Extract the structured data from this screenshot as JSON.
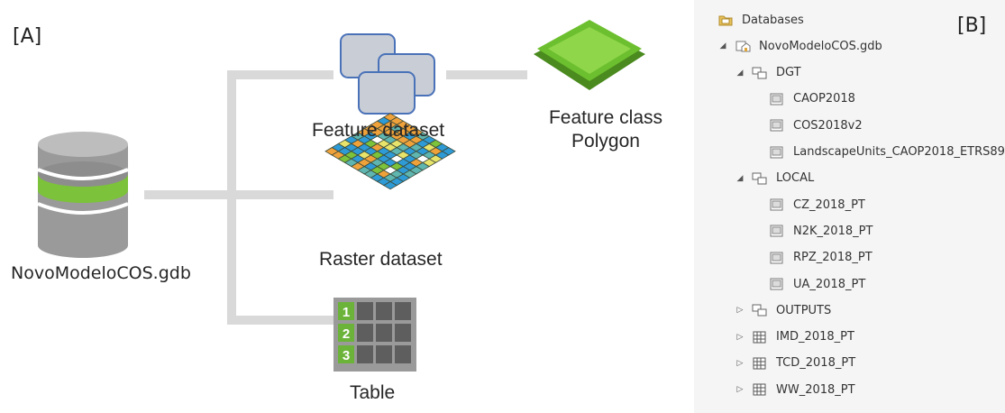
{
  "panel_a": {
    "label": "[A]",
    "gdb_label": "NovoModeloCOS.gdb",
    "feature_dataset_label": "Feature dataset",
    "raster_dataset_label": "Raster dataset",
    "table_label": "Table",
    "feature_class_label_line1": "Feature class",
    "feature_class_label_line2": "Polygon",
    "table_row_numbers": [
      "1",
      "2",
      "3"
    ],
    "colors": {
      "connector": "#d9d9d9",
      "cylinder_green": "#7cc23a",
      "cylinder_grey": "#9a9a9a",
      "dataset_fill": "#c9cdd6",
      "dataset_border": "#4a72b8",
      "polygon_green": "#6cbf2e"
    }
  },
  "panel_b": {
    "label": "[B]",
    "tree": [
      {
        "label": "Databases",
        "icon": "databases-folder-icon",
        "expander": ""
      },
      {
        "label": "NovoModeloCOS.gdb",
        "icon": "geodatabase-icon",
        "expander": "◢"
      },
      {
        "label": "DGT",
        "icon": "feature-dataset-icon",
        "expander": "◢"
      },
      {
        "label": "CAOP2018",
        "icon": "feature-class-icon",
        "expander": ""
      },
      {
        "label": "COS2018v2",
        "icon": "feature-class-icon",
        "expander": ""
      },
      {
        "label": "LandscapeUnits_CAOP2018_ETRS89",
        "icon": "feature-class-icon",
        "expander": ""
      },
      {
        "label": "LOCAL",
        "icon": "feature-dataset-icon",
        "expander": "◢"
      },
      {
        "label": "CZ_2018_PT",
        "icon": "feature-class-icon",
        "expander": ""
      },
      {
        "label": "N2K_2018_PT",
        "icon": "feature-class-icon",
        "expander": ""
      },
      {
        "label": "RPZ_2018_PT",
        "icon": "feature-class-icon",
        "expander": ""
      },
      {
        "label": "UA_2018_PT",
        "icon": "feature-class-icon",
        "expander": ""
      },
      {
        "label": "OUTPUTS",
        "icon": "feature-dataset-icon",
        "expander": "▷"
      },
      {
        "label": "IMD_2018_PT",
        "icon": "raster-icon",
        "expander": "▷"
      },
      {
        "label": "TCD_2018_PT",
        "icon": "raster-icon",
        "expander": "▷"
      },
      {
        "label": "WW_2018_PT",
        "icon": "raster-icon",
        "expander": "▷"
      }
    ]
  }
}
